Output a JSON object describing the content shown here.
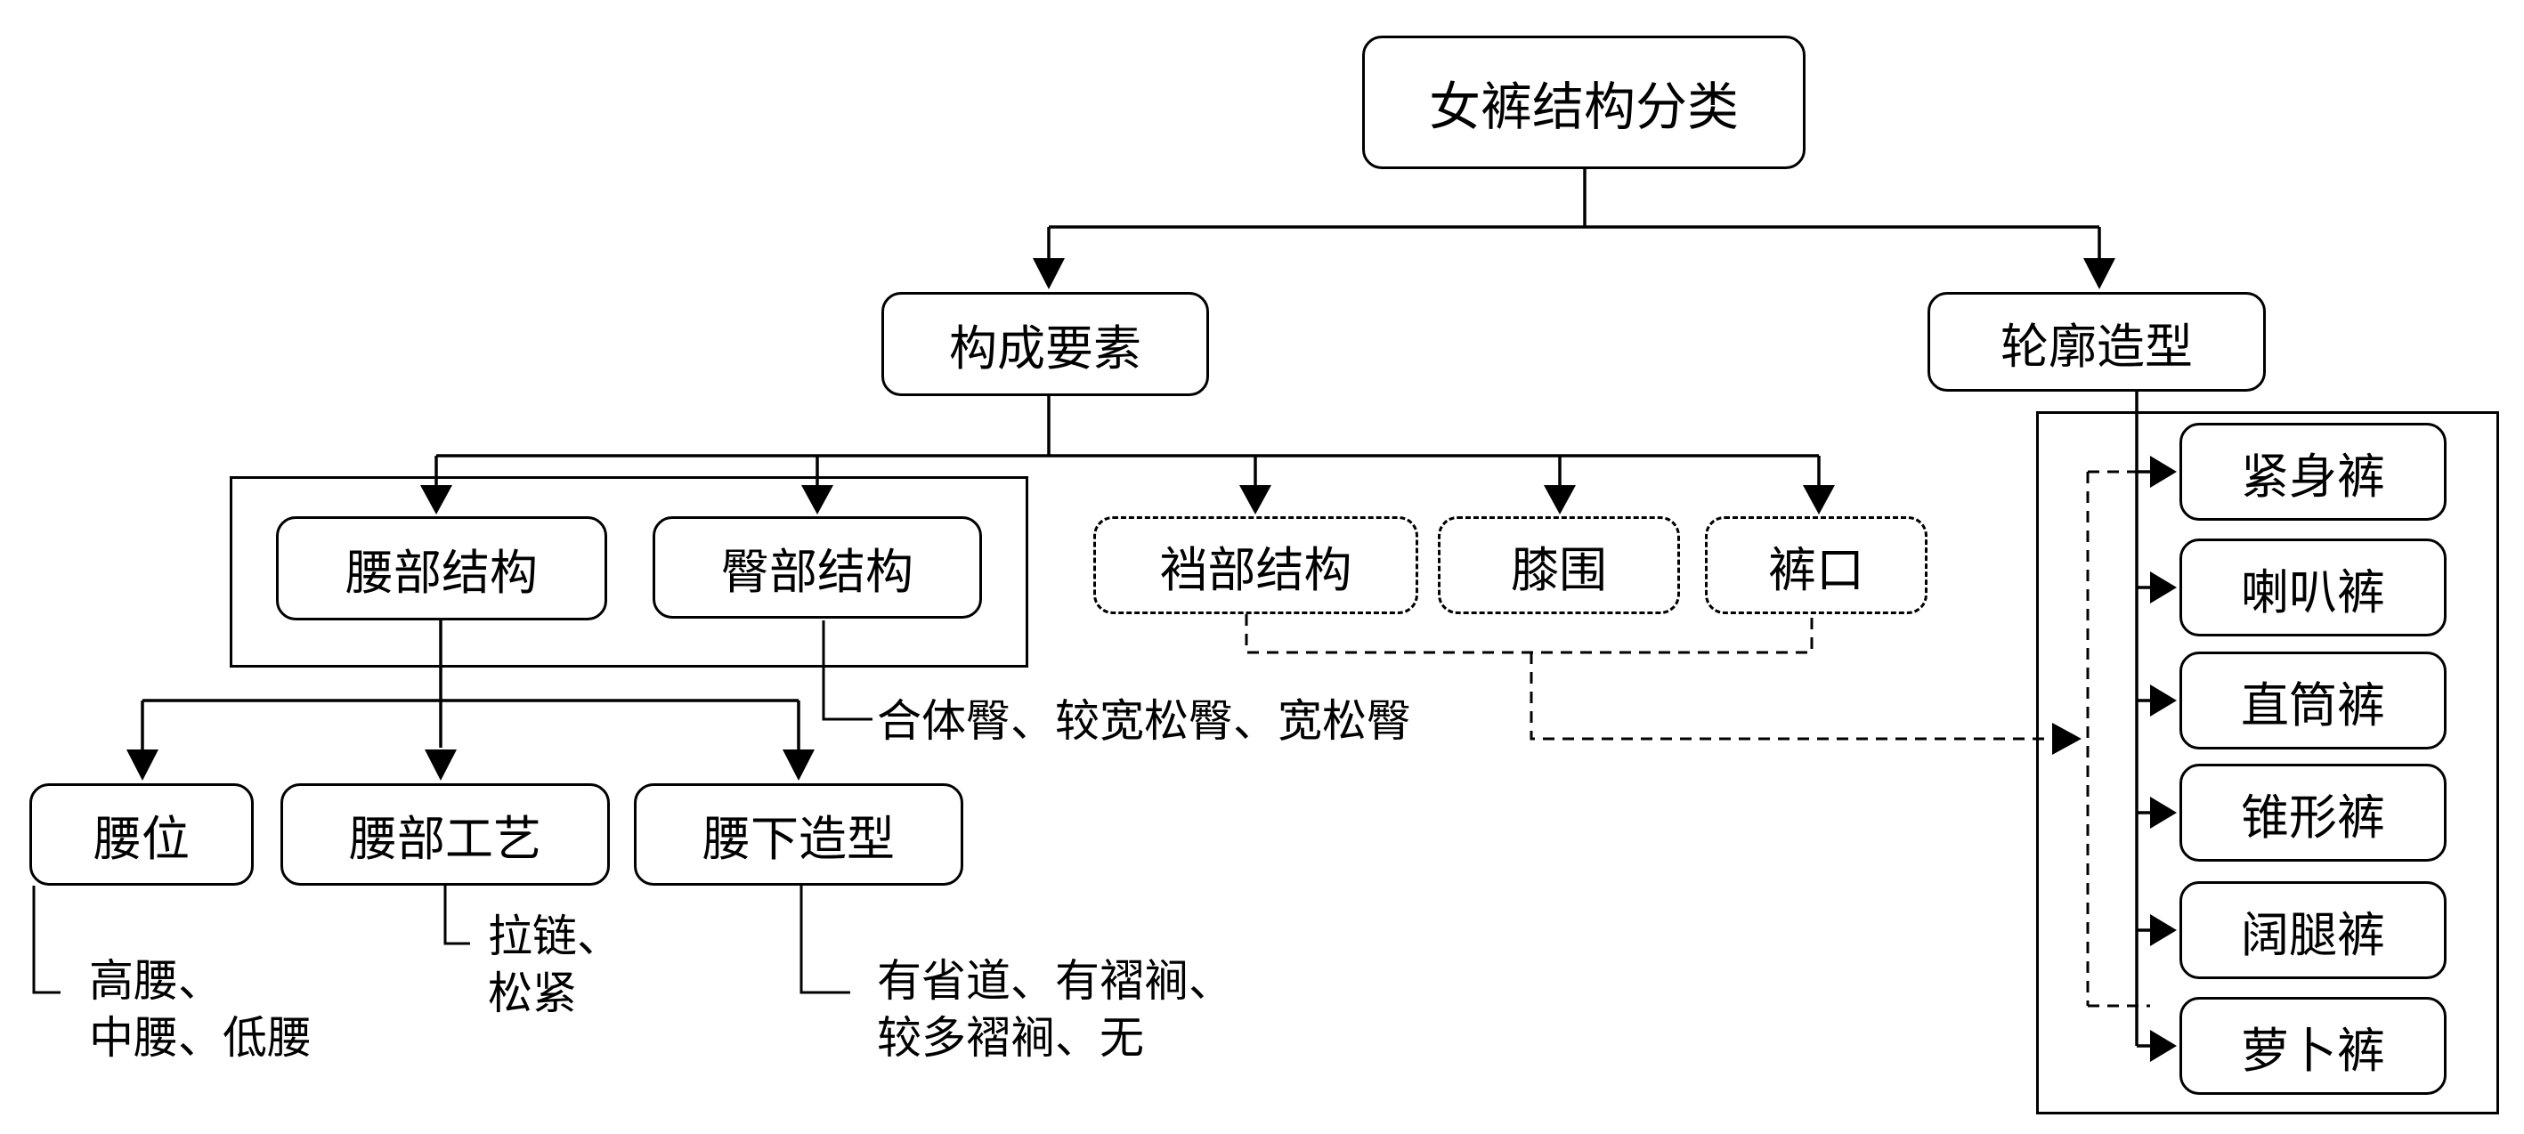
{
  "nodes": {
    "root": "女裤结构分类",
    "components": "构成要素",
    "silhouette": "轮廓造型",
    "waist_structure": "腰部结构",
    "hip_structure": "臀部结构",
    "crotch_structure": "裆部结构",
    "knee": "膝围",
    "hem": "裤口",
    "waist_position": "腰位",
    "waist_craft": "腰部工艺",
    "below_waist": "腰下造型"
  },
  "notes": {
    "hip_types": "合体臀、较宽松臀、宽松臀",
    "waist_position_line1": "高腰、",
    "waist_position_line2": "中腰、低腰",
    "waist_craft_line1": "拉链、",
    "waist_craft_line2": "松紧",
    "below_waist_line1": "有省道、有褶裥、",
    "below_waist_line2": "较多褶裥、无"
  },
  "silhouettes": [
    "紧身裤",
    "喇叭裤",
    "直筒裤",
    "锥形裤",
    "阔腿裤",
    "萝卜裤"
  ]
}
